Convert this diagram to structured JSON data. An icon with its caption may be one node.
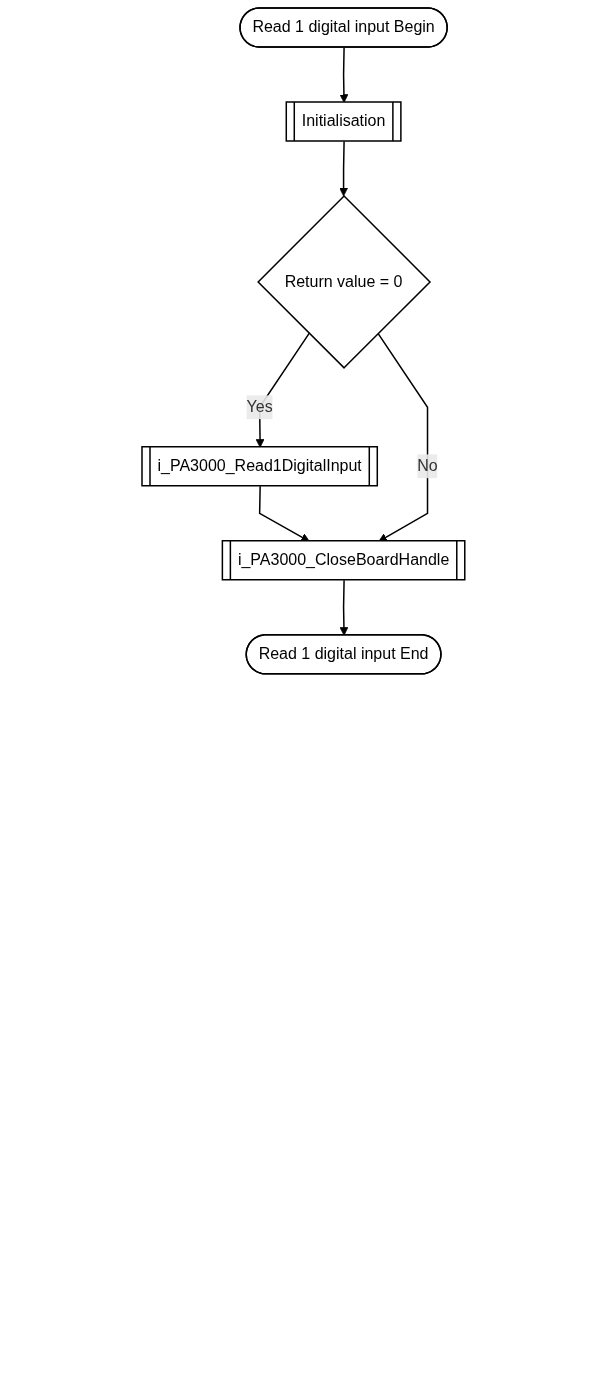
{
  "diagram": {
    "nodes": [
      {
        "text": [
          "Read 1 digital input Begin"
        ]
      },
      {
        "text": [
          "Initialisation"
        ]
      },
      {
        "text": [
          "Return value = 0"
        ]
      },
      {
        "text": [
          "i_PA3000_Read1DigitalInput"
        ]
      },
      {
        "text": [
          "i_PA3000_CloseBoardHandle"
        ]
      },
      {
        "text": [
          "Read 1 digital input End"
        ]
      }
    ],
    "edges": [
      {
        "from": 0,
        "to": 1,
        "arrow": "to"
      },
      {
        "from": 1,
        "to": 2,
        "arrow": "to"
      },
      {
        "from": 2,
        "to": 3,
        "arrow": "to",
        "label": "Yes"
      },
      {
        "from": 3,
        "to": 4,
        "arrow": "to"
      },
      {
        "from": 2,
        "to": 4,
        "arrow": "to",
        "label": "No"
      },
      {
        "from": 4,
        "to": 5,
        "arrow": "to"
      }
    ]
  }
}
